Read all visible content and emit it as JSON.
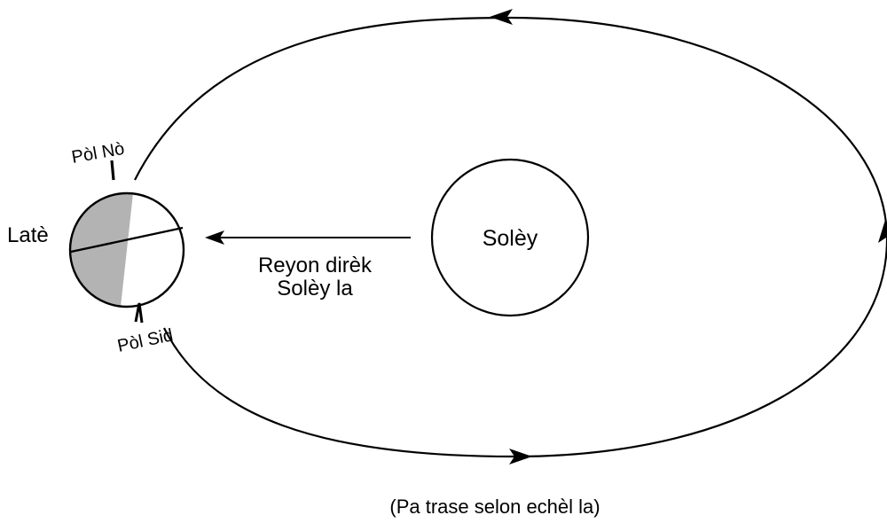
{
  "diagram": {
    "sun_label": "Solèy",
    "earth_label": "Latè",
    "north_pole_label": "Pòl Nò",
    "south_pole_label": "Pòl Sid",
    "rays_label_line1": "Reyon dirèk",
    "rays_label_line2": "Solèy la",
    "scale_note": "(Pa trase selon echèl la)"
  },
  "colors": {
    "night_side": "#b3b3b3",
    "line": "#000000",
    "background": "#ffffff"
  }
}
